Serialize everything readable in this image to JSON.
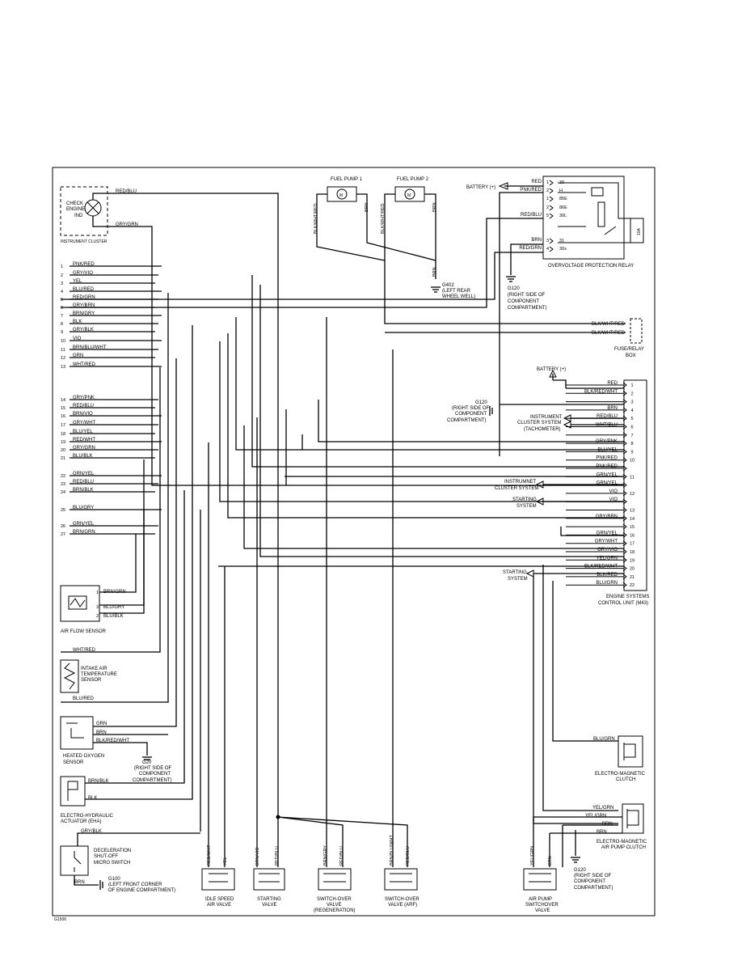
{
  "ecu_left_pins": [
    {
      "num": "1",
      "color": "PNK/RED"
    },
    {
      "num": "2",
      "color": "GRY/VIO"
    },
    {
      "num": "3",
      "color": "YEL"
    },
    {
      "num": "4",
      "color": "BLU/RED"
    },
    {
      "num": "5",
      "color": "RED/GRN"
    },
    {
      "num": "6",
      "color": "GRY/BRN"
    },
    {
      "num": "7",
      "color": "BRN/GRY"
    },
    {
      "num": "8",
      "color": "BLK"
    },
    {
      "num": "9",
      "color": "GRY/BLK"
    },
    {
      "num": "10",
      "color": "VIO"
    },
    {
      "num": "11",
      "color": "BRN/BLU/WHT"
    },
    {
      "num": "12",
      "color": "GRN"
    },
    {
      "num": "13",
      "color": "WHT/RED"
    },
    {
      "num": "14",
      "color": "GRY/PNK"
    },
    {
      "num": "15",
      "color": "RED/BLU"
    },
    {
      "num": "16",
      "color": "BRN/VIO"
    },
    {
      "num": "17",
      "color": "GRY/WHT"
    },
    {
      "num": "18",
      "color": "BLU/YEL"
    },
    {
      "num": "19",
      "color": "RED/WHT"
    },
    {
      "num": "20",
      "color": "GRY/GRN"
    },
    {
      "num": "21",
      "color": "BLU/BLK"
    },
    {
      "num": "22",
      "color": "GRN/YEL"
    },
    {
      "num": "23",
      "color": "RED/BLU"
    },
    {
      "num": "24",
      "color": "BRN/BLK"
    },
    {
      "num": "25",
      "color": "BLU/GRY"
    },
    {
      "num": "26",
      "color": "GRN/YEL"
    },
    {
      "num": "27",
      "color": "BRN/GRN"
    }
  ],
  "ecu_right_pins": [
    {
      "num": "1",
      "color": "RED"
    },
    {
      "num": "2",
      "color": "BLK/RED/WHT"
    },
    {
      "num": "3",
      "color": ""
    },
    {
      "num": "4",
      "color": "BRN"
    },
    {
      "num": "5",
      "color": "RED/BLU"
    },
    {
      "num": "6",
      "color": "WHT/BLU"
    },
    {
      "num": "7",
      "color": ""
    },
    {
      "num": "8",
      "color": "GRY/PNK"
    },
    {
      "num": "9",
      "color": "BLU/YEL"
    },
    {
      "num": "10",
      "color": "PNK/RED"
    },
    {
      "num": "",
      "color": "PNK/RED"
    },
    {
      "num": "11",
      "color": "GRN/YEL"
    },
    {
      "num": "",
      "color": "GRN/YEL"
    },
    {
      "num": "12",
      "color": "VIO"
    },
    {
      "num": "",
      "color": "VIO"
    },
    {
      "num": "13",
      "color": ""
    },
    {
      "num": "14",
      "color": "GRY/BRN"
    },
    {
      "num": "15",
      "color": ""
    },
    {
      "num": "16",
      "color": "GRN/YEL"
    },
    {
      "num": "17",
      "color": "GRY/WHT"
    },
    {
      "num": "18",
      "color": "GRY/VIO"
    },
    {
      "num": "19",
      "color": "YEL/GRN"
    },
    {
      "num": "20",
      "color": "BLK/RED/WHT"
    },
    {
      "num": "21",
      "color": "BLK/RED"
    },
    {
      "num": "22",
      "color": "BLU/GRN"
    }
  ],
  "relay_pins": [
    {
      "wire": "RED",
      "num": "1",
      "term": "30"
    },
    {
      "wire": "PNK/RED",
      "num": "2",
      "term": "H"
    },
    {
      "wire": "",
      "num": "1",
      "term": "85E"
    },
    {
      "wire": "",
      "num": "2",
      "term": "86E"
    },
    {
      "wire": "RED/BLU",
      "num": "5",
      "term": "30L"
    },
    {
      "wire": "BRN",
      "num": "3",
      "term": "31"
    },
    {
      "wire": "RED/GRN",
      "num": "4",
      "term": "30s"
    }
  ],
  "labels": {
    "check_engine_ind": "CHECK ENGINE IND",
    "instrument_cluster": "INSTRUMENT CLUSTER",
    "red_blu_top": "RED/BLU",
    "gry_grn_top": "GRY/GRN",
    "fuel_pump_1": "FUEL PUMP 1",
    "fuel_pump_2": "FUEL PUMP 2",
    "fp1_left_wire": "BLK/WHT/RED",
    "fp1_right_wire": "BRN",
    "fp2_left_wire": "BLK/WHT/RED",
    "fp2_right_wire": "BRN",
    "brn_g402": "BRN",
    "g402": "G402",
    "g402_loc1": "(LEFT REAR",
    "g402_loc2": "WHEEL WELL)",
    "battery_plus_top": "BATTERY (+)",
    "g120": "G120",
    "g120_loc1": "(RIGHT SIDE OF",
    "g120_loc2": "COMPONENT",
    "g120_loc3": "COMPARTMENT)",
    "overvoltage_relay": "OVERVOLTAGE PROTECTION RELAY",
    "relay_fuse": "10A",
    "fuse_wire_1": "BLK/WHT/RED",
    "fuse_wire_2": "BLK/WHT/RED",
    "fuse_relay_box_1": "FUSE/RELAY",
    "fuse_relay_box_2": "BOX",
    "battery_plus_mid": "BATTERY (+)",
    "g120b": "G120",
    "g120b_loc1": "(RIGHT SIDE OF",
    "g120b_loc2": "COMPONENT",
    "g120b_loc3": "COMPARTMENT)",
    "instrument_cluster_system_1": "INSTRUMENT",
    "instrument_cluster_system_2": "CLUSTER SYSTEM",
    "tachometer": "(TACHOMETER)",
    "instrument_cluster_system_b1": "INSTRUMNET",
    "instrument_cluster_system_b2": "CLUSTER SYSTEM",
    "starting_system_1a": "STARTING",
    "starting_system_1b": "SYSTEM",
    "starting_system_2a": "STARTING",
    "starting_system_2b": "SYSTEM",
    "ecu_1": "ENGINE SYSTEMS",
    "ecu_2": "CONTROL UNIT (M43)",
    "afs_brn_grn": "BRN/GRN",
    "afs_blu_gry": "BLU/GRY",
    "afs_blu_blk": "BLU/BLK",
    "afs_pin1": "1",
    "afs_pin3": "3",
    "afs_pin2": "2",
    "air_flow_sensor": "AIR FLOW SENSOR",
    "iat_wht_red": "WHT/RED",
    "iat_blu_red": "BLU/RED",
    "iat_1": "INTAKE AIR",
    "iat_2": "TEMPERATURE",
    "iat_3": "SENSOR",
    "ox_grn": "GRN",
    "ox_brn": "BRN",
    "ox_blk": "BLK/RED/WHT",
    "ox_1": "HEATED OXYGEN",
    "ox_2": "SENSOR",
    "g20": "G20",
    "g20_loc1": "(RIGHT SIDE OF",
    "g20_loc2": "COMPONENT",
    "g20_loc3": "COMPARTMENT)",
    "eha_brn_blk": "BRN/BLK",
    "eha_blk": "BLK",
    "eha_1": "ELECTRO-HYDRAULIC",
    "eha_2": "ACTUATOR (EHA)",
    "dec_gry_blk": "GRY/BLK",
    "dec_brn": "BRN",
    "dec_1": "DECELERATION",
    "dec_2": "SHUT-OFF",
    "dec_3": "MICRO SWITCH",
    "g100": "G100",
    "g100_loc1": "(LEFT FRONT CORNER",
    "g100_loc2": "OF ENGINE COMPARTMENT)",
    "isav_w1": "RED/WHT",
    "isav_w2": "YEL",
    "isav_1": "IDLE SPEED",
    "isav_2": "AIR VALVE",
    "sv_w1": "BRN/VIO",
    "sv_w2": "RED/BLU",
    "sv_1": "STARTING",
    "sv_2": "VALVE",
    "so1_w1": "BRN/GRY",
    "so1_w2": "RED/BLU",
    "so1_1": "SWITCH-OVER",
    "so1_2": "VALVE",
    "so1_3": "(REGENERATION)",
    "so2_w1": "BRN/BLU/WHT",
    "so2_w2": "RED/BLU",
    "so2_1": "SWITCH-OVER",
    "so2_2": "VALVE (ARF)",
    "ap_w1": "YEL/GRN",
    "ap_w2": "BRN",
    "ap_1": "AIR PUMP",
    "ap_2": "SWITCHOVER",
    "ap_3": "VALVE",
    "emc_blu_grn": "BLU/GRN",
    "emc_1": "ELECTRO-MAGNETIC",
    "emc_2": "CLUTCH",
    "apc_yel_grn": "YEL/GRN",
    "apc_yel_grn2": "YEL/GRN",
    "apc_brn": "BRN",
    "apc_brn2": "BRN",
    "apc_1": "ELECTRO-MAGNETIC",
    "apc_2": "AIR PUMP CLUTCH",
    "g120c": "G120",
    "g120c_loc1": "(RIGHT SIDE OF",
    "g120c_loc2": "COMPONENT",
    "g120c_loc3": "COMPARTMENT)",
    "diagram_code": "G1506"
  }
}
